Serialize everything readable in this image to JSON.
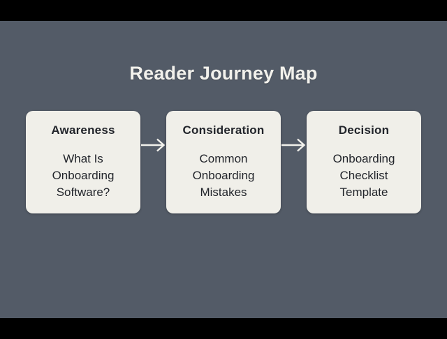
{
  "title": "Reader Journey Map",
  "colors": {
    "background": "#535b67",
    "bar": "#000000",
    "box_fill": "#f0efe9",
    "box_text": "#22252b",
    "title_text": "#f2f1ec",
    "arrow": "#f2f1ec"
  },
  "stages": [
    {
      "heading": "Awareness",
      "body": "What Is\nOnboarding\nSoftware?"
    },
    {
      "heading": "Consideration",
      "body": "Common\nOnboarding\nMistakes"
    },
    {
      "heading": "Decision",
      "body": "Onboarding\nChecklist\nTemplate"
    }
  ]
}
